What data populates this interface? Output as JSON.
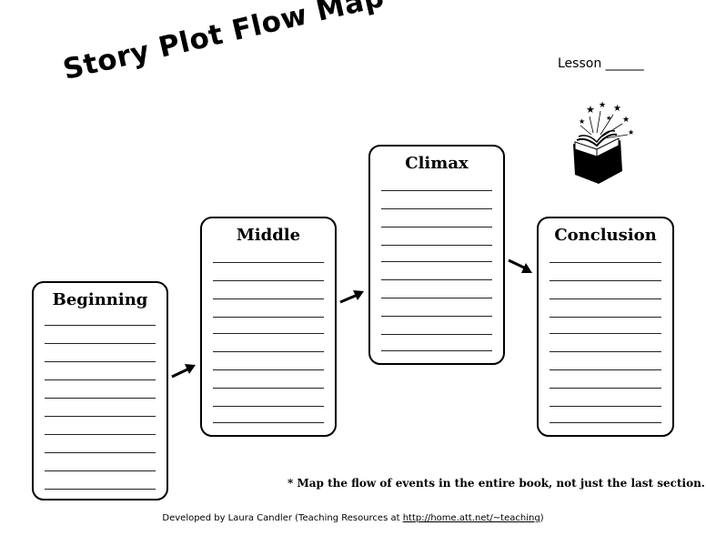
{
  "title": "Story Plot Flow Map*",
  "lesson": "Lesson ______",
  "boxes": {
    "beginning": "Beginning",
    "middle": "Middle",
    "climax": "Climax",
    "conclusion": "Conclusion"
  },
  "footnote": "* Map the flow of events in the entire book, not just the last section.",
  "credit": {
    "prefix": "Developed by Laura Candler (Teaching Resources at ",
    "link": "http://home.att.net/~teaching",
    "suffix": ")"
  },
  "icons": {
    "book": "open-book-with-stars-icon",
    "arrow": "arrow-icon"
  }
}
